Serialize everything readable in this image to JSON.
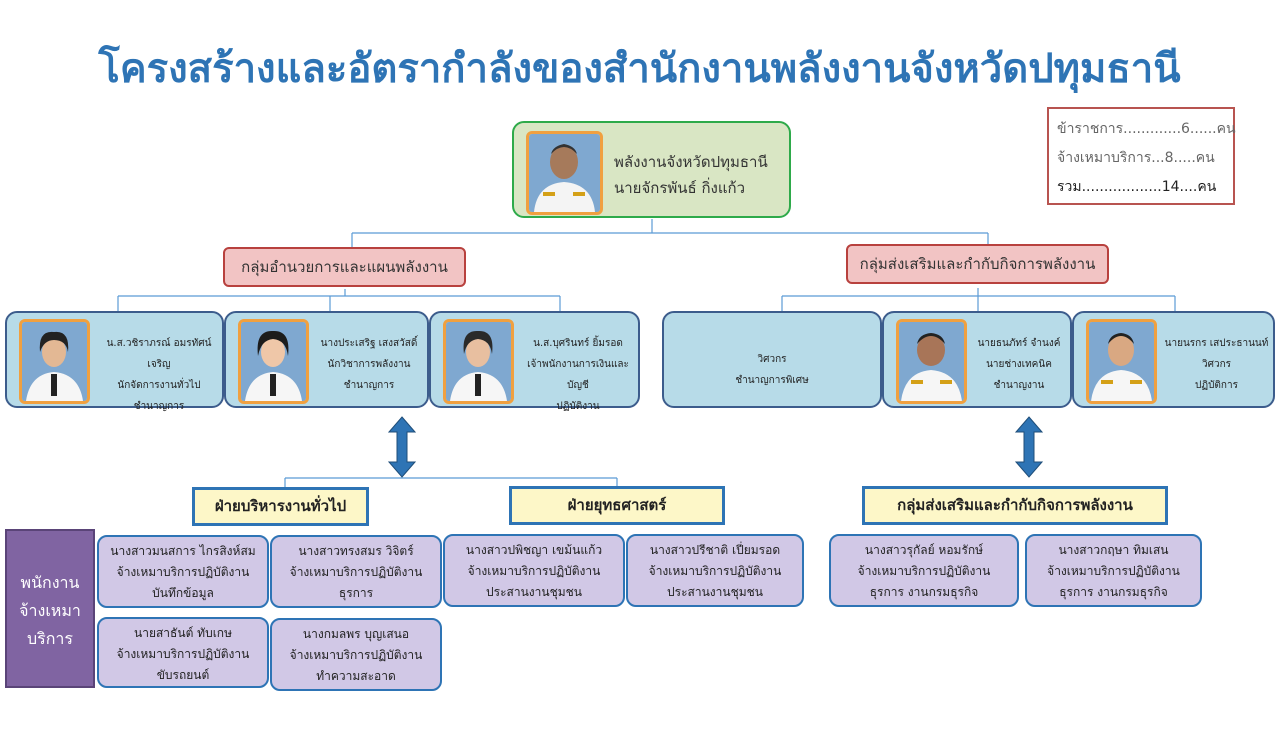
{
  "title": "โครงสร้างและอัตรากำลังของสำนักงานพลังงานจังหวัดปทุมธานี",
  "stats": {
    "civil": "ข้าราชการ.............6......คน",
    "contract": "จ้างเหมาบริการ...8.....คน",
    "total": "รวม..................14....คน"
  },
  "head": {
    "position": "พลังงานจังหวัดปทุมธานี",
    "name": "นายจักรพันธ์  กิ่งแก้ว"
  },
  "groups": {
    "admin": "กลุ่มอำนวยการและแผนพลังงาน",
    "promo": "กลุ่มส่งเสริมและกำกับกิจการพลังงาน"
  },
  "staff": [
    {
      "name": "น.ส.วชิราภรณ์  อมรทัศน์เจริญ",
      "role": "นักจัดการงานทั่วไป",
      "level": "ชำนาญการ"
    },
    {
      "name": "นางประเสริฐ  เสงสวัสดิ์",
      "role": "นักวิชาการพลังงาน",
      "level": "ชำนาญการ"
    },
    {
      "name": "น.ส.บุศรินทร์  ยิ้มรอด",
      "role": "เจ้าพนักงานการเงินและบัญชี",
      "level": "ปฏิบัติงาน"
    },
    {
      "name": "",
      "role": "วิศวกร",
      "level": "ชำนาญการพิเศษ"
    },
    {
      "name": "นายธนภัทร์  จำนงค์",
      "role": "นายช่างเทคนิค",
      "level": "ชำนาญงาน"
    },
    {
      "name": "นายนรกร  เสประธานนท์",
      "role": "วิศวกร",
      "level": "ปฏิบัติการ"
    }
  ],
  "sections": {
    "general": "ฝ่ายบริหารงานทั่วไป",
    "strategy": "ฝ่ายยุทธศาสตร์",
    "promo": "กลุ่มส่งเสริมและกำกับกิจการพลังงาน"
  },
  "side_label": [
    "พนักงาน",
    "จ้างเหมา",
    "บริการ"
  ],
  "employees": [
    {
      "name": "นางสาวมนสการ  ไกรสิงห์สม",
      "role": "จ้างเหมาบริการปฏิบัติงาน",
      "task": "บันทึกข้อมูล"
    },
    {
      "name": "นางสาวทรงสมร วิจิตร์",
      "role": "จ้างเหมาบริการปฏิบัติงาน",
      "task": "ธุรการ"
    },
    {
      "name": "นางสาวปพิชญา  เขม้นแก้ว",
      "role": "จ้างเหมาบริการปฏิบัติงาน",
      "task": "ประสานงานชุมชน"
    },
    {
      "name": "นางสาวปรีชาติ  เปี่ยมรอด",
      "role": "จ้างเหมาบริการปฏิบัติงาน",
      "task": "ประสานงานชุมชน"
    },
    {
      "name": "นางสาวรุกัลย์  หอมรักษ์",
      "role": "จ้างเหมาบริการปฏิบัติงาน",
      "task": "ธุรการ งานกรมธุรกิจ"
    },
    {
      "name": "นางสาวกฤษา  ทิมเสน",
      "role": "จ้างเหมาบริการปฏิบัติงาน",
      "task": "ธุรการ งานกรมธุรกิจ"
    },
    {
      "name": "นายสาธันต์  ทับเกษ",
      "role": "จ้างเหมาบริการปฏิบัติงาน",
      "task": "ขับรถยนต์"
    },
    {
      "name": "นางกมลพร  บุญเสนอ",
      "role": "จ้างเหมาบริการปฏิบัติงาน",
      "task": "ทำความสะอาด"
    }
  ]
}
